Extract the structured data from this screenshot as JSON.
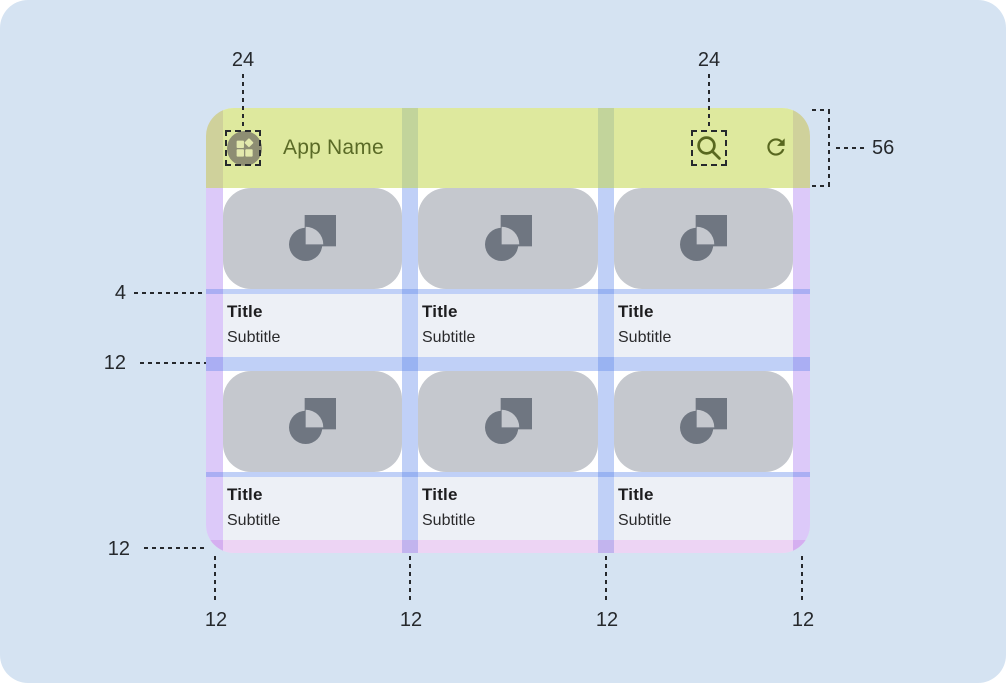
{
  "appbar": {
    "app_name": "App Name",
    "icons": [
      "widgets-icon",
      "search-icon",
      "refresh-icon"
    ]
  },
  "cards": [
    {
      "title": "Title",
      "subtitle": "Subtitle",
      "media_icon": "image-placeholder-icon"
    },
    {
      "title": "Title",
      "subtitle": "Subtitle",
      "media_icon": "image-placeholder-icon"
    },
    {
      "title": "Title",
      "subtitle": "Subtitle",
      "media_icon": "image-placeholder-icon"
    },
    {
      "title": "Title",
      "subtitle": "Subtitle",
      "media_icon": "image-placeholder-icon"
    },
    {
      "title": "Title",
      "subtitle": "Subtitle",
      "media_icon": "image-placeholder-icon"
    },
    {
      "title": "Title",
      "subtitle": "Subtitle",
      "media_icon": "image-placeholder-icon"
    }
  ],
  "measurements": {
    "appbar_leading_icon": "24",
    "appbar_trailing_icon": "24",
    "appbar_height": "56",
    "image_text_gap": "4",
    "row_gutter": "12",
    "bottom_margin_left": "12",
    "bottom_columns": [
      "12",
      "12",
      "12",
      "12"
    ]
  },
  "colors": {
    "canvas_bg": "#d5e3f2",
    "mock_bg": "#ffffff",
    "green_tint": "rgba(197,215,82,0.56)",
    "purple_tint": "rgba(168,120,240,0.40)",
    "blue_tint": "rgba(90,132,234,0.38)",
    "pink_tint": "rgba(200,120,220,0.32)",
    "card_img": "#c5c8ce",
    "card_glyph": "#6f7681",
    "card_text_bg": "#edf0f6",
    "olive": "#58671f",
    "olive_text": "#5a6a26",
    "avatar_bg": "#8e8e73",
    "avatar_glyph": "#e3e9ad",
    "ink": "#26292d",
    "title": "#1d1d1f",
    "subtitle": "#2a2a2c"
  }
}
